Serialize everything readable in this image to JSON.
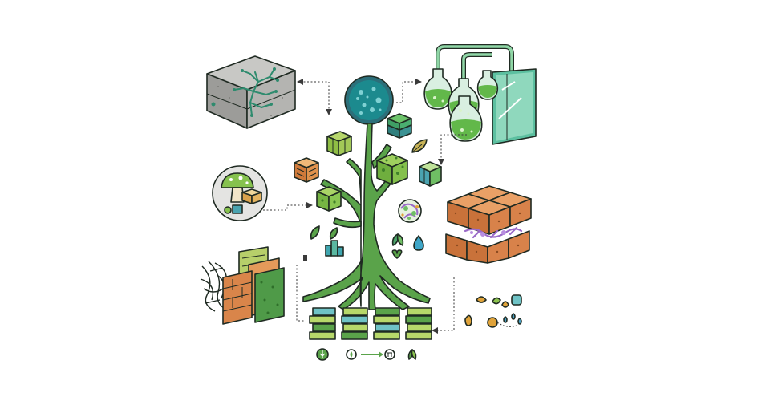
{
  "colors": {
    "tree_green": "#5aa34a",
    "leaf_green": "#8dc44f",
    "concrete_grey": "#9a9a98",
    "mycelium_teal": "#2e8b6e",
    "brick_orange": "#d88a4a",
    "glass_teal": "#52b59a",
    "biomass_green": "#7cc454",
    "blue_teal": "#4aa3b0",
    "purple_hyphae": "#9a6ac8",
    "amber_drop": "#e0a33a",
    "ink": "#1f2a22"
  },
  "elements": [
    {
      "name": "mycelium-concrete-block",
      "icon": "concrete-block-with-mycelium-circuit-icon"
    },
    {
      "name": "petri-dish",
      "icon": "petri-dish-spores-icon"
    },
    {
      "name": "bioreactor-flasks",
      "icon": "connected-flasks-with-glass-panel-icon"
    },
    {
      "name": "central-tree",
      "icon": "green-tree-with-roots-icon"
    },
    {
      "name": "mushroom-to-brick-badge",
      "icon": "mushroom-brick-icon"
    },
    {
      "name": "brick-grid-with-hyphae",
      "icon": "orange-brick-grid-icon"
    },
    {
      "name": "fiber-panels-stack",
      "icon": "fiber-and-panel-layers-icon"
    },
    {
      "name": "layered-panels-row",
      "icon": "horizontal-composite-panels-icon"
    },
    {
      "name": "process-icons-row",
      "icon": "leaf-flame-arrow-recycle-sprout-icons"
    },
    {
      "name": "nutrient-droplets-cluster",
      "icon": "spores-and-droplets-icon"
    }
  ]
}
